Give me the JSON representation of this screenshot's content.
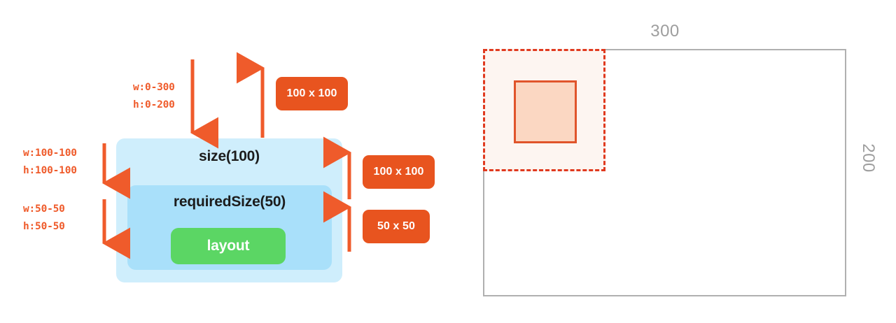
{
  "left_diagram": {
    "incoming_constraint": {
      "width_line": "w:0-300",
      "height_line": "h:0-200"
    },
    "size_constraint": {
      "width_line": "w:100-100",
      "height_line": "h:100-100"
    },
    "required_size_constraint": {
      "width_line": "w:50-50",
      "height_line": "h:50-50"
    },
    "outer_box_label": "size(100)",
    "inner_box_label": "requiredSize(50)",
    "layout_button_label": "layout",
    "badges": {
      "top": "100 x 100",
      "size": "100 x 100",
      "required": "50 x 50"
    }
  },
  "right_diagram": {
    "width_label": "300",
    "height_label": "200"
  },
  "colors": {
    "accent_orange": "#e8541f",
    "constraint_red": "#e03a1f",
    "child_fill": "#fbd7c2",
    "constraint_fill": "#fdf5f1",
    "outer_box_blue": "#cfeefc",
    "inner_box_blue": "#a9e0fa",
    "layout_green": "#5bd664",
    "viewport_gray": "#b0b0b0",
    "label_gray": "#9e9e9e"
  }
}
